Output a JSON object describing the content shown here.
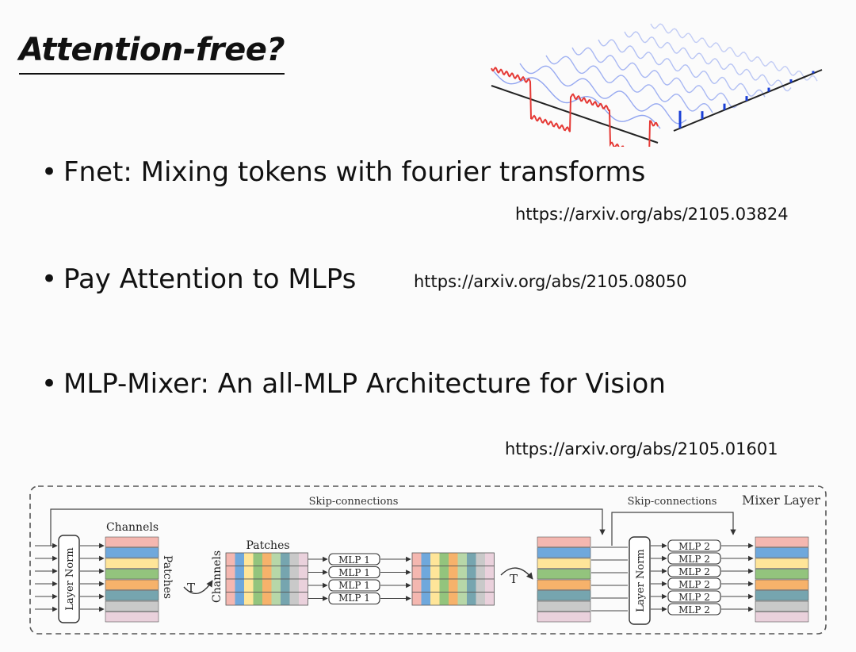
{
  "slide": {
    "title": "Attention-free?"
  },
  "bullets": [
    {
      "text": "Fnet: Mixing tokens with fourier transforms",
      "url": "https://arxiv.org/abs/2105.03824"
    },
    {
      "text": "Pay Attention to MLPs",
      "url": "https://arxiv.org/abs/2105.08050"
    },
    {
      "text": "MLP-Mixer: An all-MLP Architecture for Vision",
      "url": "https://arxiv.org/abs/2105.01601"
    }
  ],
  "mixer_diagram": {
    "frame_label": "Mixer Layer",
    "skip1_label": "Skip-connections",
    "skip2_label": "Skip-connections",
    "layer_norm_label": "Layer Norm",
    "channels_label": "Channels",
    "patches_label": "Patches",
    "transpose_label": "T",
    "mlp1_label": "MLP 1",
    "mlp2_label": "MLP 2",
    "row_colors": [
      "#f4b7b0",
      "#6fa8dc",
      "#ffe599",
      "#93c47d",
      "#f6b26b",
      "#76a5af",
      "#c9c9c9",
      "#ead1dc"
    ],
    "patch_colors": [
      "#f4b7b0",
      "#6fa8dc",
      "#ffe599",
      "#93c47d",
      "#f6b26b",
      "#b7d7a8",
      "#76a5af",
      "#c9c9c9",
      "#ead1dc"
    ]
  },
  "colors": {
    "square_wave": "#e53935",
    "sine_wave": "#8fa3f0",
    "spectrum": "#1a3fd6"
  }
}
